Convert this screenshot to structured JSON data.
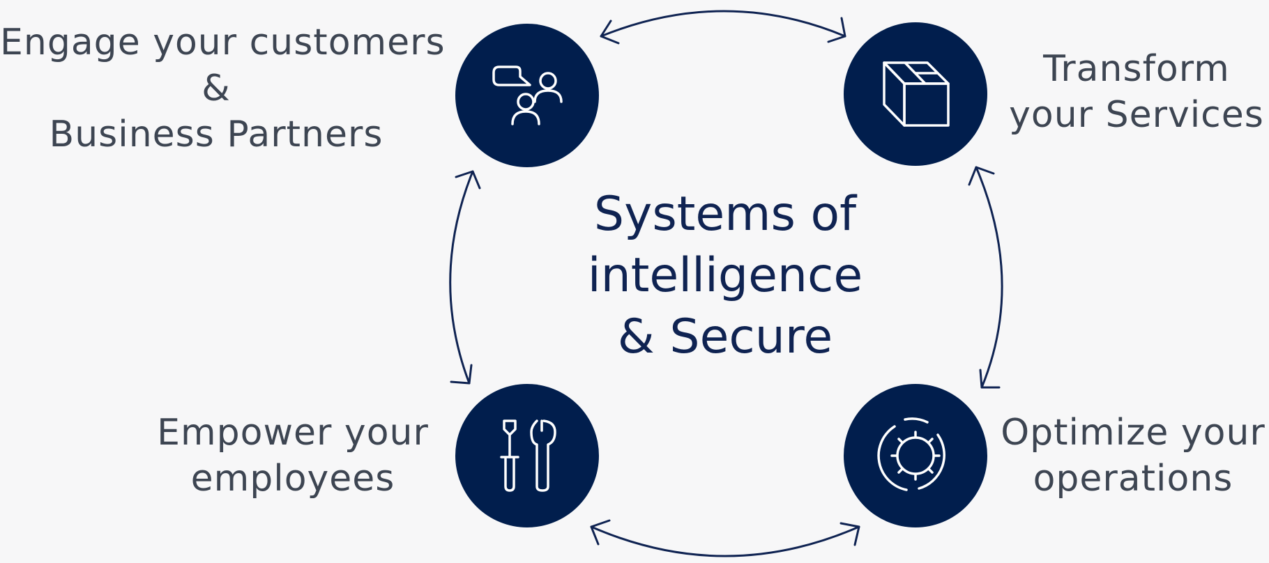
{
  "colors": {
    "background": "#f7f7f8",
    "node_fill": "#011e4d",
    "node_icon": "#ffffff",
    "arrow": "#0f2352",
    "label_text": "#3d4552",
    "center_text": "#0f2352"
  },
  "center": {
    "lines": [
      "Systems of",
      "intelligence",
      "& Secure"
    ]
  },
  "nodes": [
    {
      "id": "engage",
      "icon": "people-chat-icon",
      "label_lines": [
        "Engage your customers",
        "&",
        "Business Partners"
      ]
    },
    {
      "id": "transform",
      "icon": "box-icon",
      "label_lines": [
        "Transform",
        "your Services"
      ]
    },
    {
      "id": "empower",
      "icon": "tools-icon",
      "label_lines": [
        "Empower your",
        "employees"
      ]
    },
    {
      "id": "optimize",
      "icon": "gear-icon",
      "label_lines": [
        "Optimize your",
        "operations"
      ]
    }
  ],
  "connections": [
    {
      "from": "engage",
      "to": "transform",
      "direction": "bidirectional"
    },
    {
      "from": "transform",
      "to": "optimize",
      "direction": "bidirectional"
    },
    {
      "from": "optimize",
      "to": "empower",
      "direction": "bidirectional"
    },
    {
      "from": "empower",
      "to": "engage",
      "direction": "bidirectional"
    }
  ]
}
